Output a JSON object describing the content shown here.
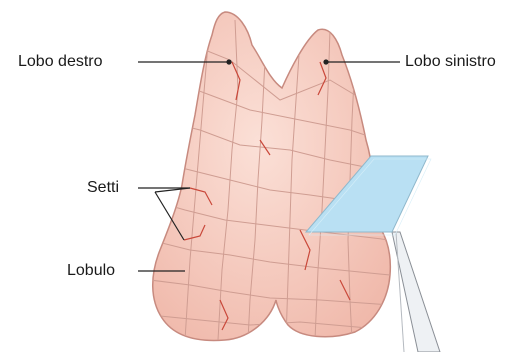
{
  "labels": {
    "right_lobe": "Lobo destro",
    "left_lobe": "Lobo sinistro",
    "septa": "Setti",
    "lobule": "Lobulo"
  },
  "colors": {
    "tissue_fill": "#f6cbbf",
    "tissue_outline": "#c78a7f",
    "septa_line": "#c9483a",
    "section_plane": "#b9e0f3",
    "leader_line": "#222222"
  },
  "icons": {
    "section_plane": "section-plane-icon",
    "magnifier_beam": "magnifier-beam-icon"
  }
}
